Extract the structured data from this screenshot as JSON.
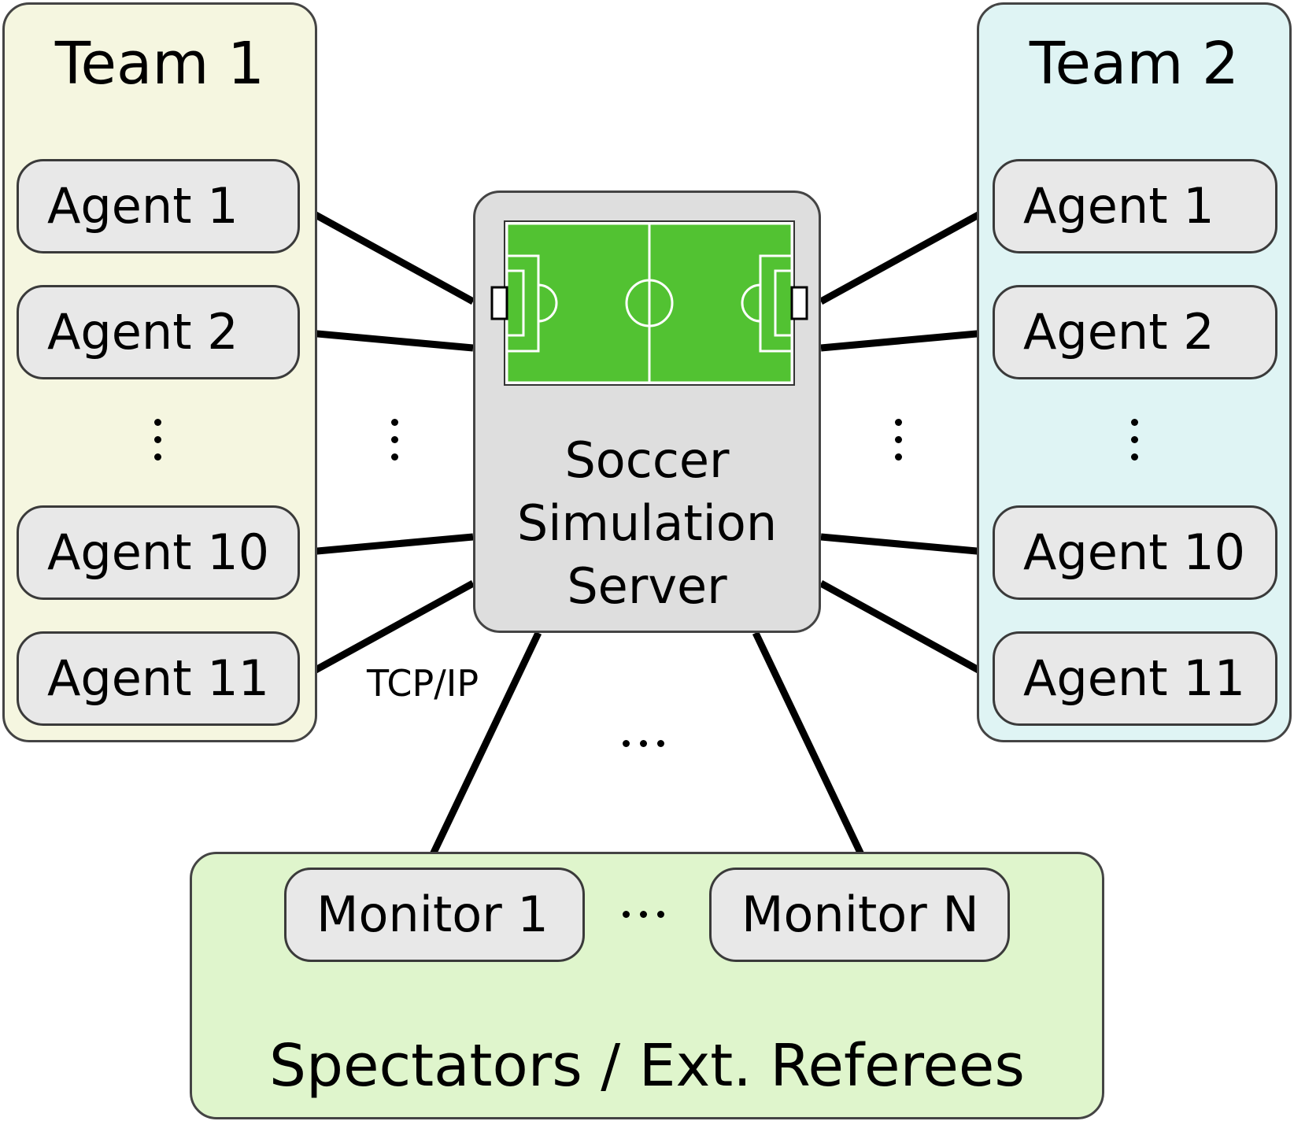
{
  "team1": {
    "title": "Team 1",
    "color": "#f5f6e0",
    "agents": [
      "Agent 1",
      "Agent 2",
      "Agent 10",
      "Agent 11"
    ],
    "ellipsis": "⋮"
  },
  "team2": {
    "title": "Team 2",
    "color": "#dff4f4",
    "agents": [
      "Agent 1",
      "Agent 2",
      "Agent 10",
      "Agent 11"
    ],
    "ellipsis": "⋮"
  },
  "server": {
    "label_lines": [
      "Soccer",
      "Simulation",
      "Server"
    ],
    "field_color": "#52c232",
    "box_color": "#dedede",
    "field_icon": "soccer-field-icon"
  },
  "connection": {
    "label": "TCP/IP"
  },
  "spectators": {
    "title": "Spectators / Ext. Referees",
    "color": "#dff5cc",
    "monitors": [
      "Monitor 1",
      "Monitor N"
    ],
    "ellipsis": "···"
  },
  "between_ellipsis": "⋮",
  "bottom_ellipsis": "···",
  "node_color": "#e8e8e8"
}
